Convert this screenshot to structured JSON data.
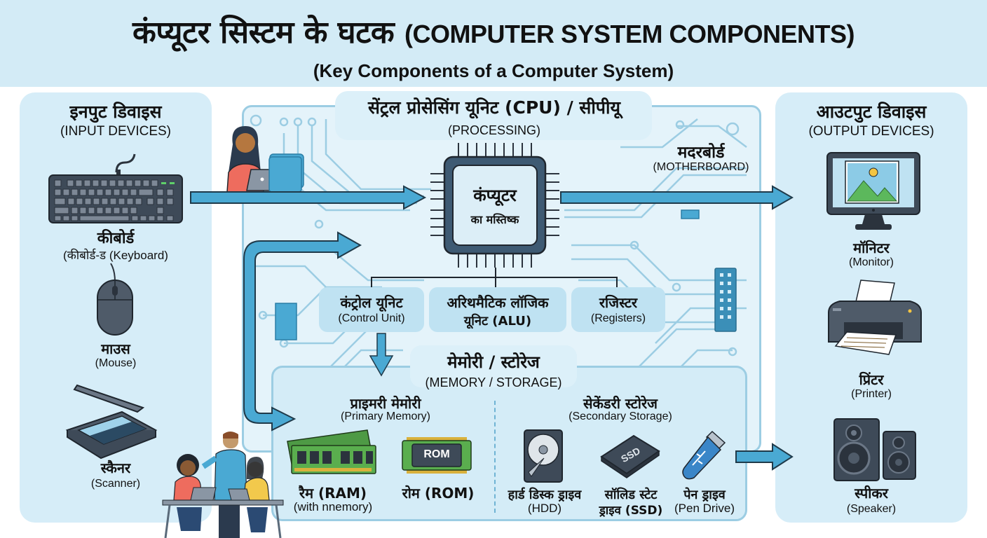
{
  "header": {
    "title_hi": "कंप्यूटर सिस्टम के घटक",
    "title_en": "(COMPUTER SYSTEM COMPONENTS)",
    "subtitle": "(Key Components of a Computer System)"
  },
  "input_panel": {
    "title_hi": "इनपुट डिवाइस",
    "title_en": "(INPUT DEVICES)",
    "devices": [
      {
        "icon": "keyboard-icon",
        "label_hi": "कीबोर्ड",
        "label_en": "(कीबोर्ड-ड (Keyboard)"
      },
      {
        "icon": "mouse-icon",
        "label_hi": "माउस",
        "label_en": "(Mouse)"
      },
      {
        "icon": "scanner-icon",
        "label_hi": "स्कैनर",
        "label_en": "(Scanner)"
      }
    ]
  },
  "cpu_section": {
    "title": "सेंट्रल प्रोसेसिंग यूनिट (CPU) / सीपीयू",
    "subtitle": "(PROCESSING)",
    "chip_line1": "कंप्यूटर",
    "chip_line2": "का मस्तिष्क",
    "motherboard_hi": "मदरबोर्ड",
    "motherboard_en": "(MOTHERBOARD)",
    "units": [
      {
        "label_hi": "कंट्रोल यूनिट",
        "label_en": "(Control Unit)"
      },
      {
        "label_hi": "अरिथमैटिक लॉजिक",
        "label_en": "यूनिट (ALU)"
      },
      {
        "label_hi": "रजिस्टर",
        "label_en": "(Registers)"
      }
    ]
  },
  "memory_section": {
    "title_hi": "मेमोरी / स्टोरेज",
    "title_en": "(MEMORY / STORAGE)",
    "primary": {
      "title_hi": "प्राइमरी मेमोरी",
      "title_en": "(Primary Memory)",
      "items": [
        {
          "icon": "ram-icon",
          "label_hi": "रैम (RAM)",
          "label_en": "(with nnemory)"
        },
        {
          "icon": "rom-icon",
          "chip_text": "ROM",
          "label_hi": "रोम (ROM)"
        }
      ]
    },
    "secondary": {
      "title_hi": "सेकेंडरी स्टोरेज",
      "title_en": "(Secondary Storage)",
      "items": [
        {
          "icon": "hdd-icon",
          "label_hi": "हार्ड डिस्क ड्राइव",
          "label_en": "(HDD)"
        },
        {
          "icon": "ssd-icon",
          "chip_text": "SSD",
          "label_hi": "सॉलिड स्टेट",
          "label_en": "ड्राइव (SSD)"
        },
        {
          "icon": "pen-drive-icon",
          "label_hi": "पेन ड्राइव",
          "label_en": "(Pen Drive)"
        }
      ]
    }
  },
  "output_panel": {
    "title_hi": "आउटपुट डिवाइस",
    "title_en": "(OUTPUT DEVICES)",
    "devices": [
      {
        "icon": "monitor-icon",
        "label_hi": "मॉनिटर",
        "label_en": "(Monitor)"
      },
      {
        "icon": "printer-icon",
        "label_hi": "प्रिंटर",
        "label_en": "(Printer)"
      },
      {
        "icon": "speaker-icon",
        "label_hi": "स्पीकर",
        "label_en": "(Speaker)"
      }
    ]
  },
  "colors": {
    "header_bg": "#d3ebf6",
    "panel_bg": "#d6edf8",
    "arrow": "#4aa9d3",
    "device_dark": "#3e4a58",
    "circuit": "#9ccde3"
  }
}
